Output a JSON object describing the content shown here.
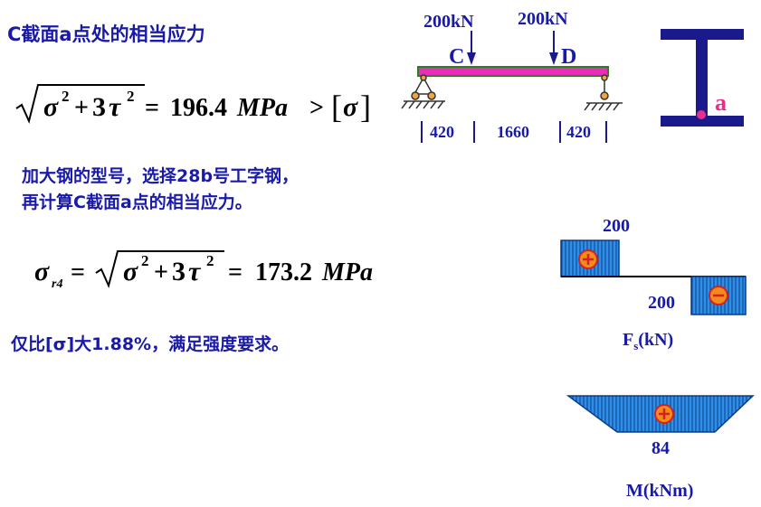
{
  "title": "C截面a点处的相当应力",
  "formula1": {
    "expr": "√(σ² + 3τ²) = 196.4MPa > [σ]",
    "value": "196.4",
    "unit": "MPa"
  },
  "text2": {
    "line1": "加大钢的型号，选择28b号工字钢，",
    "line2": "再计算C截面a点的相当应力。"
  },
  "formula2": {
    "expr": "σr4 = √(σ² + 3τ²) = 173.2MPa",
    "value": "173.2",
    "unit": "MPa"
  },
  "conclusion": "仅比[σ]大1.88%，满足强度要求。",
  "beam": {
    "load_left": "200kN",
    "load_right": "200kN",
    "point_c": "C",
    "point_d": "D",
    "dims": [
      "420",
      "1660",
      "420"
    ]
  },
  "section": {
    "point_label": "a"
  },
  "shear_diagram": {
    "top_value": "200",
    "bottom_value": "200",
    "label_main": "F",
    "label_sub": "s",
    "label_unit": "(kN)"
  },
  "moment_diagram": {
    "value": "84",
    "label": "M(kNm)"
  },
  "colors": {
    "text": "#1a1aa8",
    "beam": "#e62eb8",
    "beam_edge": "#2e7d20",
    "diagram_fill": "#2f8fe6",
    "sign_fill": "#f28a1c",
    "section": "#1a1a8c",
    "point": "#e62e8c"
  }
}
